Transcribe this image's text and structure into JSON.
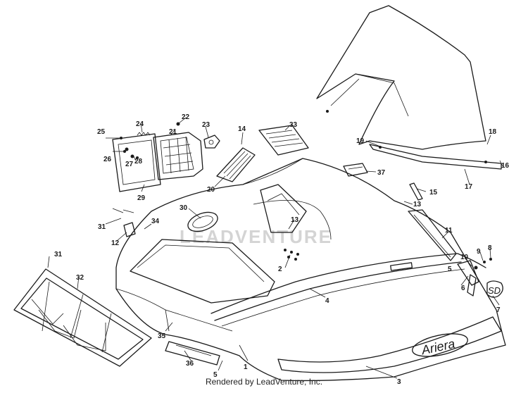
{
  "watermark": "LEADVENTURE",
  "footer": "Rendered by LeadVenture, Inc.",
  "callouts": {
    "c1": "1",
    "c2": "2",
    "c3": "3",
    "c4": "4",
    "c5a": "5",
    "c5b": "5",
    "c6": "6",
    "c7": "7",
    "c8": "8",
    "c9": "9",
    "c10": "10",
    "c11": "11",
    "c12": "12",
    "c13a": "13",
    "c13b": "13",
    "c14": "14",
    "c15": "15",
    "c16": "16",
    "c17": "17",
    "c18": "18",
    "c19": "19",
    "c20": "20",
    "c21": "21",
    "c22": "22",
    "c23": "23",
    "c24": "24",
    "c25": "25",
    "c26": "26",
    "c27": "27",
    "c28": "28",
    "c29": "29",
    "c30": "30",
    "c31a": "31",
    "c31b": "31",
    "c32": "32",
    "c33": "33",
    "c34": "34",
    "c35": "35",
    "c36": "36",
    "c37": "37"
  },
  "decals": {
    "brand_script": "Ariera",
    "model_script": "SD"
  }
}
